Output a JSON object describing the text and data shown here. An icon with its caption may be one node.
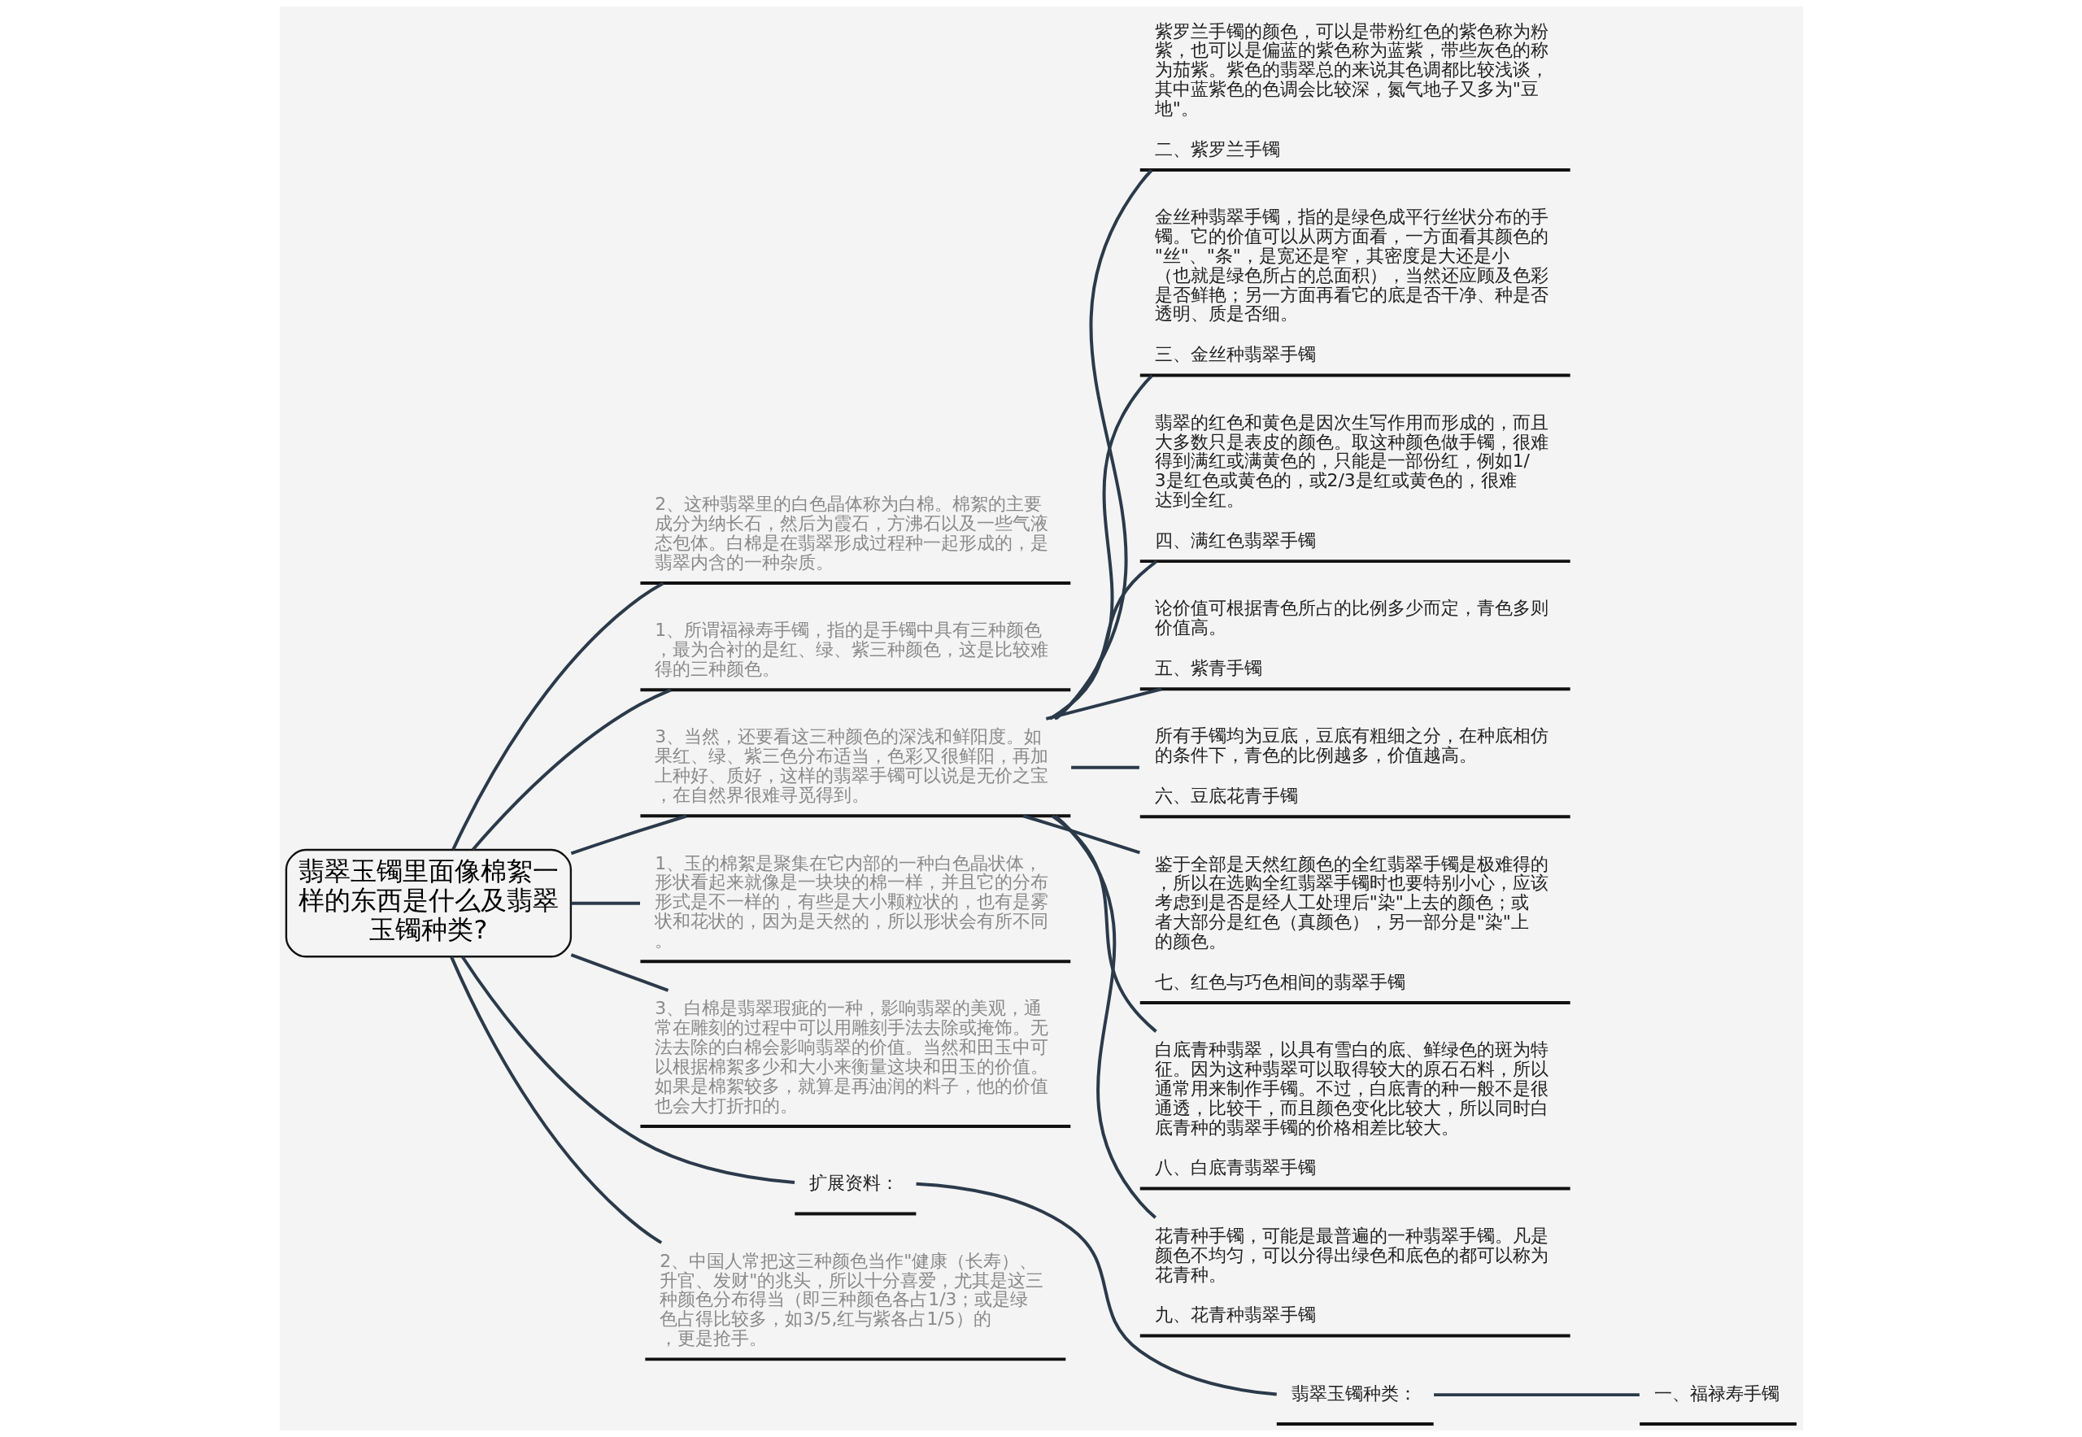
{
  "diagram": {
    "nodes": [
      {
        "text": [
          "翡翠玉镯里面像棉絮一样的东西是什么及翡翠玉镯种类?"
        ]
      },
      {
        "text": [
          "2、这种翡翠里的白色晶体称为白棉。棉絮的主要成分为纳长石，然后为霞石，方沸石以及一些气液态包体。白棉是在翡翠形成过程种一起形成的，是翡翠内含的一种杂质。"
        ]
      },
      {
        "text": [
          "1、所谓福禄寿手镯，指的是手镯中具有三种颜色，最为合衬的是红、绿、紫三种颜色，这是比较难得的三种颜色。"
        ]
      },
      {
        "text": [
          "3、当然，还要看这三种颜色的深浅和鲜阳度。如果红、绿、紫三色分布适当，色彩又很鲜阳，再加上种好、质好，这样的翡翠手镯可以说是无价之宝，在自然界很难寻觅得到。"
        ]
      },
      {
        "text": [
          "紫罗兰手镯的颜色，可以是带粉红色的紫色称为粉紫，也可以是偏蓝的紫色称为蓝紫，带些灰色的称为茄紫。紫色的翡翠总的来说其色调都比较浅谈，其中蓝紫色的色调会比较深，氮气地子又多为\"豆地\"。",
          "二、紫罗兰手镯"
        ]
      },
      {
        "text": [
          "金丝种翡翠手镯，指的是绿色成平行丝状分布的手镯。它的价值可以从两方面看，一方面看其颜色的\"丝\"、\"条\"，是宽还是窄，其密度是大还是小（也就是绿色所占的总面积），当然还应顾及色彩是否鲜艳；另一方面再看它的底是否干净、种是否透明、质是否细。",
          "三、金丝种翡翠手镯"
        ]
      },
      {
        "text": [
          "翡翠的红色和黄色是因次生写作用而形成的，而且大多数只是表皮的颜色。取这种颜色做手镯，很难得到满红或满黄色的，只能是一部份红，例如1/3是红色或黄色的，或2/3是红或黄色的，很难达到全红。",
          "四、满红色翡翠手镯"
        ]
      },
      {
        "text": [
          "论价值可根据青色所占的比例多少而定，青色多则价值高。",
          "五、紫青手镯"
        ]
      },
      {
        "text": [
          "所有手镯均为豆底，豆底有粗细之分，在种底相仿的条件下，青色的比例越多，价值越高。",
          "六、豆底花青手镯"
        ]
      },
      {
        "text": [
          "鉴于全部是天然红颜色的全红翡翠手镯是极难得的，所以在选购全红翡翠手镯时也要特别小心，应该考虑到是否是经人工处理后\"染\"上去的颜色；或者大部分是红色（真颜色），另一部分是\"染\"上的颜色。",
          "七、红色与巧色相间的翡翠手镯"
        ]
      },
      {
        "text": [
          "白底青种翡翠，以具有雪白的底、鲜绿色的斑为特征。因为这种翡翠可以取得较大的原石石料，所以通常用来制作手镯。不过，白底青的种一般不是很通透，比较干，而且颜色变化比较大，所以同时白底青种的翡翠手镯的价格相差比较大。",
          "八、白底青翡翠手镯"
        ]
      },
      {
        "text": [
          "花青种手镯，可能是最普遍的一种翡翠手镯。凡是颜色不均匀，可以分得出绿色和底色的都可以称为花青种。",
          "九、花青种翡翠手镯"
        ]
      },
      {
        "text": [
          "1、玉的棉絮是聚集在它内部的一种白色晶状体，形状看起来就像是一块块的棉一样，并且它的分布形式是不一样的，有些是大小颗粒状的，也有是雾状和花状的，因为是天然的，所以形状会有所不同。"
        ]
      },
      {
        "text": [
          "3、白棉是翡翠瑕疵的一种，影响翡翠的美观，通常在雕刻的过程中可以用雕刻手法去除或掩饰。无法去除的白棉会影响翡翠的价值。当然和田玉中可以根据棉絮多少和大小来衡量这块和田玉的价值。如果是棉絮较多，就算是再油润的料子，他的价值也会大打折扣的。"
        ]
      },
      {
        "text": [
          "扩展资料："
        ]
      },
      {
        "text": [
          "翡翠玉镯种类："
        ]
      },
      {
        "text": [
          "一、福禄寿手镯"
        ]
      },
      {
        "text": [
          "2、中国人常把这三种颜色当作\"健康（长寿）、升官、发财\"的兆头，所以十分喜爱，尤其是这三种颜色分布得当（即三种颜色各占1/3；或是绿色占得比较多，如3/5,红与紫各占1/5）的，更是抢手。"
        ]
      }
    ],
    "edges": [
      {
        "from": 0,
        "to": 1,
        "arrow": "none"
      },
      {
        "from": 0,
        "to": 2,
        "arrow": "none"
      },
      {
        "from": 0,
        "to": 3,
        "arrow": "none"
      },
      {
        "from": 3,
        "to": 4,
        "arrow": "none"
      },
      {
        "from": 3,
        "to": 5,
        "arrow": "none"
      },
      {
        "from": 3,
        "to": 6,
        "arrow": "none"
      },
      {
        "from": 3,
        "to": 7,
        "arrow": "none"
      },
      {
        "from": 3,
        "to": 8,
        "arrow": "none"
      },
      {
        "from": 3,
        "to": 9,
        "arrow": "none"
      },
      {
        "from": 3,
        "to": 10,
        "arrow": "none"
      },
      {
        "from": 3,
        "to": 11,
        "arrow": "none"
      },
      {
        "from": 0,
        "to": 12,
        "arrow": "none"
      },
      {
        "from": 0,
        "to": 13,
        "arrow": "none"
      },
      {
        "from": 0,
        "to": 14,
        "arrow": "none"
      },
      {
        "from": 14,
        "to": 15,
        "arrow": "none"
      },
      {
        "from": 15,
        "to": 16,
        "arrow": "none"
      },
      {
        "from": 0,
        "to": 17,
        "arrow": "none"
      }
    ]
  }
}
